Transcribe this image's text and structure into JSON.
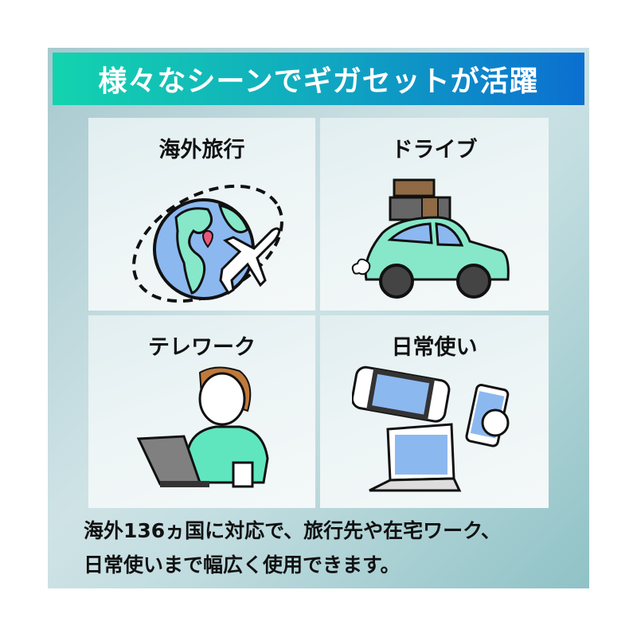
{
  "banner": {
    "title": "様々なシーンでギガセットが活躍"
  },
  "cards": [
    {
      "label": "海外旅行",
      "icon": "globe-airplane-icon"
    },
    {
      "label": "ドライブ",
      "icon": "car-luggage-icon"
    },
    {
      "label": "テレワーク",
      "icon": "person-laptop-icon"
    },
    {
      "label": "日常使い",
      "icon": "devices-icon"
    }
  ],
  "caption": {
    "line1": "海外136ヵ国に対応で、旅行先や在宅ワーク、",
    "line2": "日常使いまで幅広く使用できます。"
  },
  "colors": {
    "banner_start": "#13d3ae",
    "banner_end": "#0b6fd0",
    "accent_mint": "#86e8c9",
    "accent_blue": "#8cb8f0"
  }
}
